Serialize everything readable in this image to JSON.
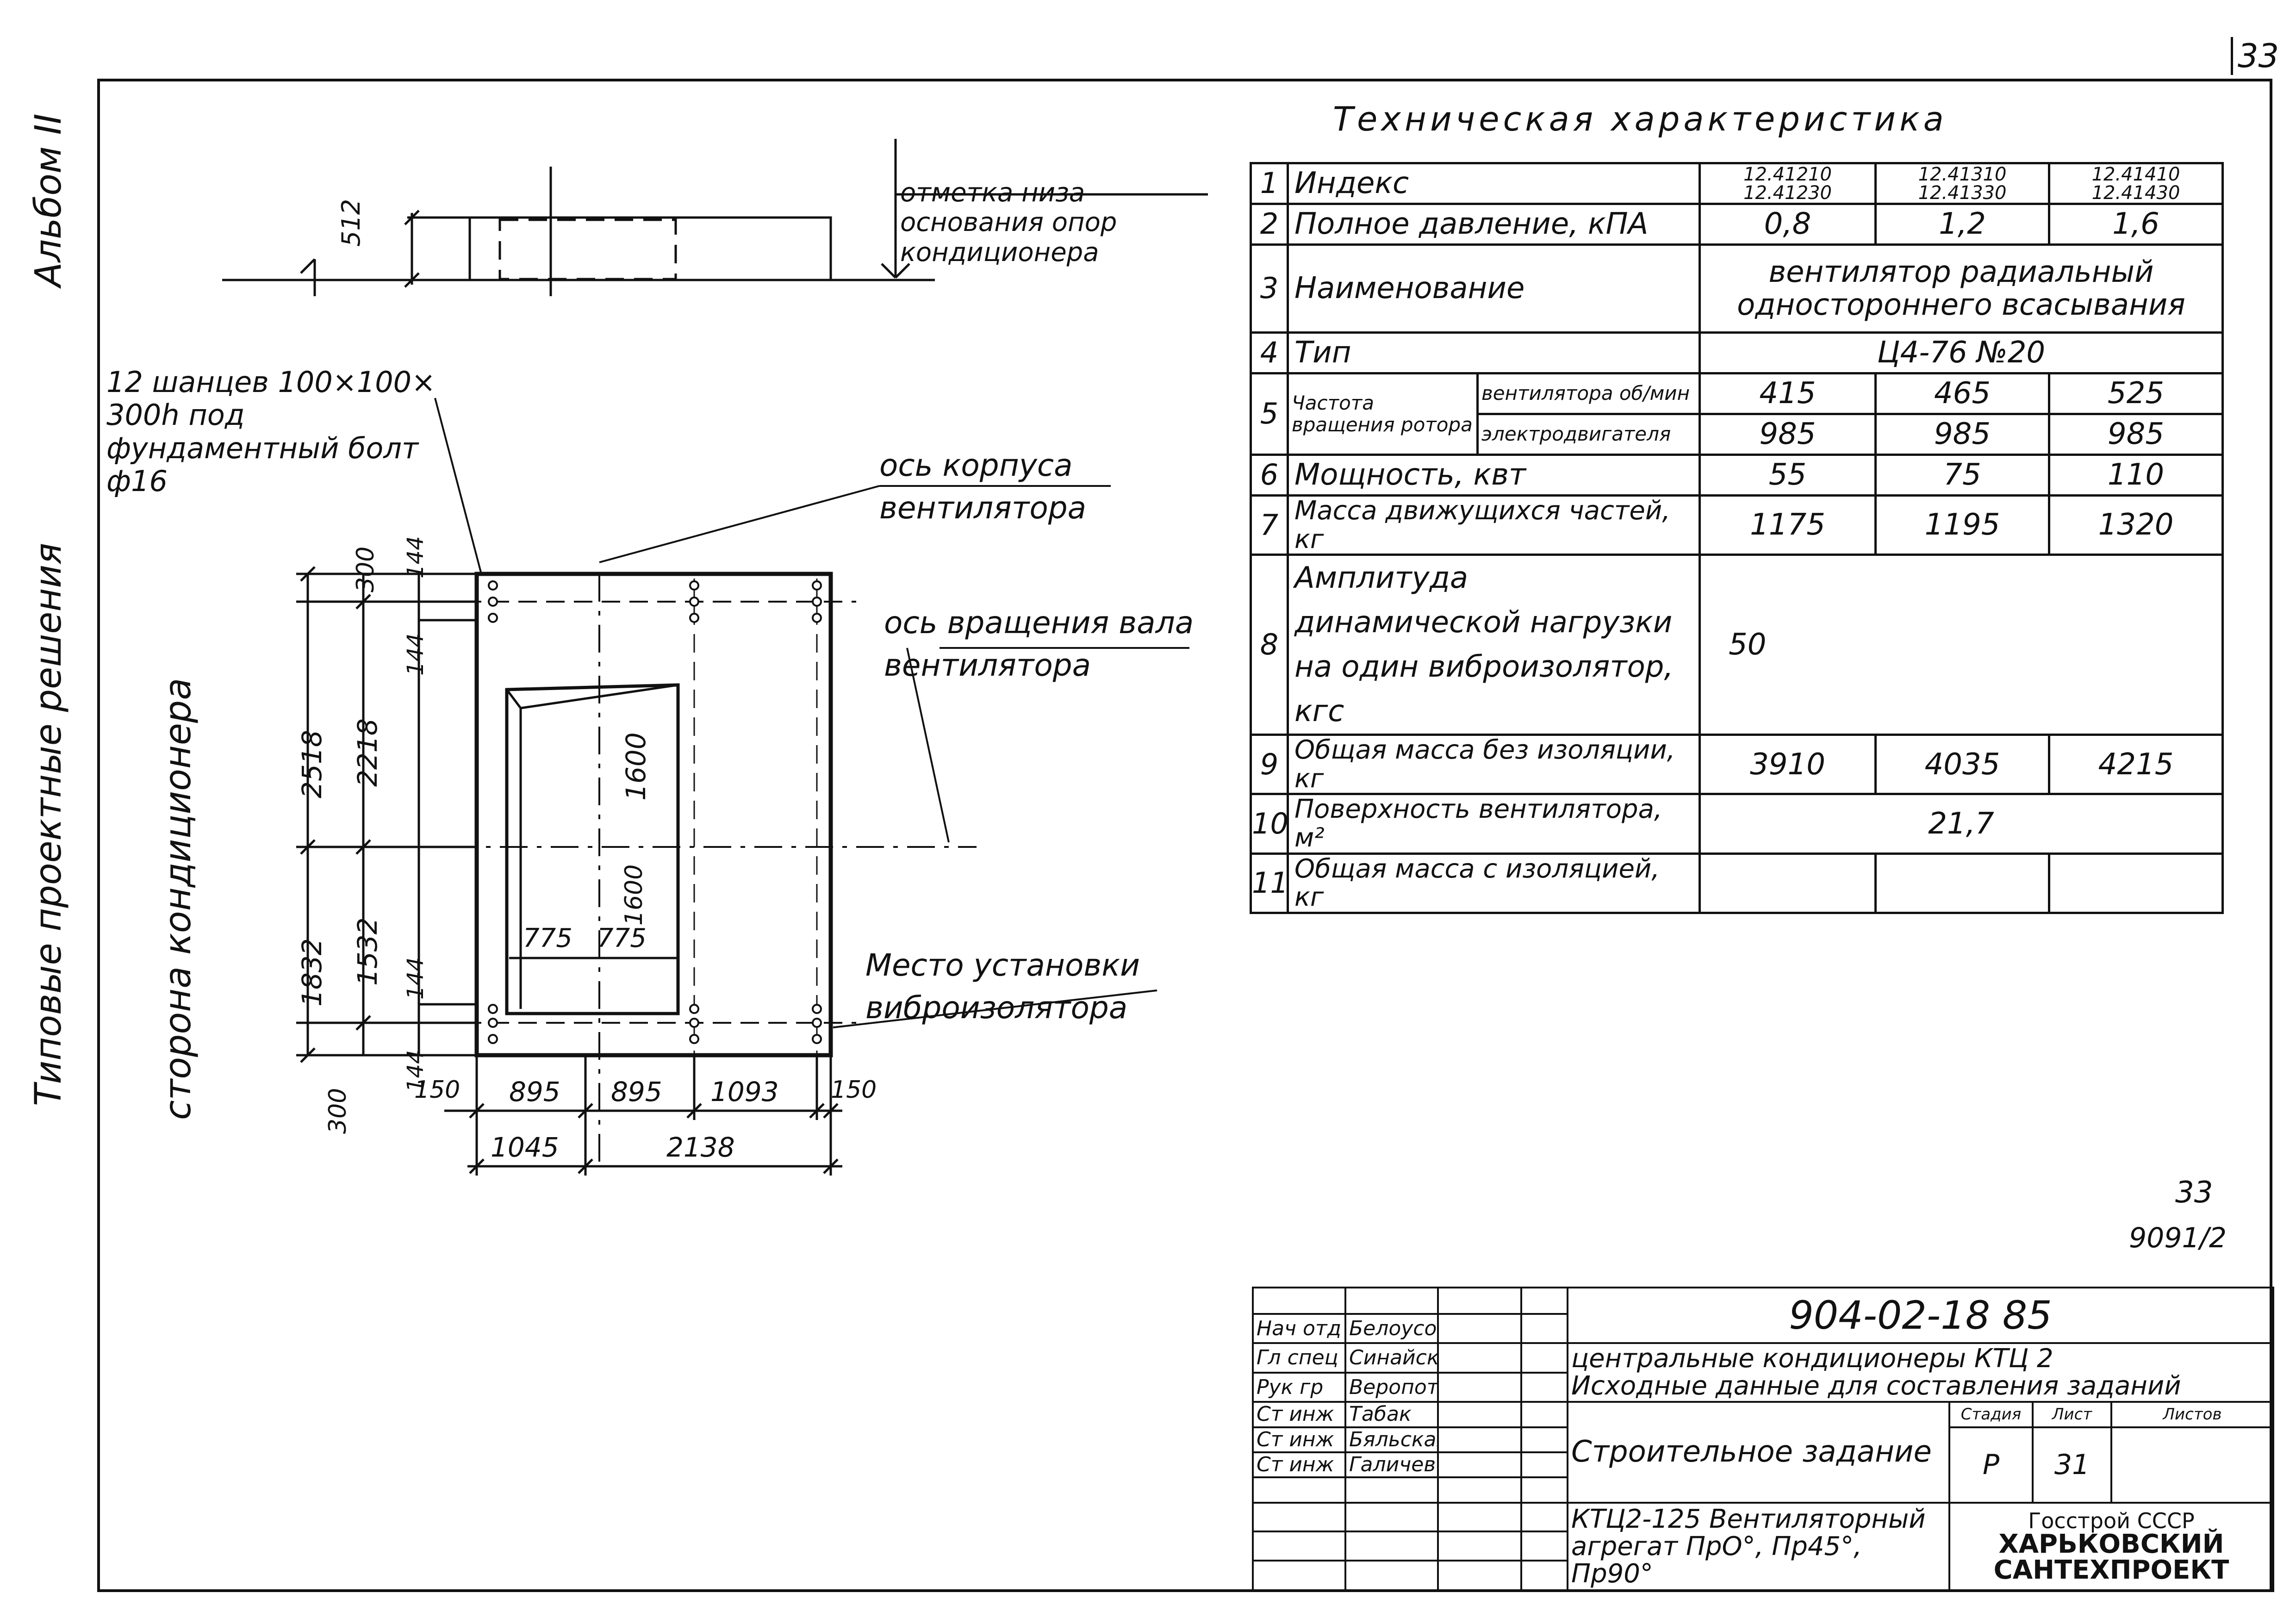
{
  "sheet_corner_number": "33",
  "album": "Альбом II",
  "series": "Типовые проектные решения",
  "side_label": "сторона кондиционера",
  "elevation_note": "отметка низа основания опор кондиционера",
  "elevation_dim": "512",
  "anchor_note": "12 шанцев 100×100× 300h под фундаментный болт ф16",
  "casing_axis": "ось корпуса вентилятора",
  "rotation_axis": "ось вращения вала вентилятора",
  "isolator_note": "Место установки виброизолятора",
  "dims": {
    "v300_top": "300",
    "v144_a": "144",
    "v144_b": "144",
    "v2518": "2518",
    "v2218": "2218",
    "v1600_a": "1600",
    "v1600_b": "1600",
    "v1832": "1832",
    "v1532": "1532",
    "v144_c": "144",
    "v144_d": "144",
    "v300_bot": "300",
    "h775_a": "775",
    "h775_b": "775",
    "h150_a": "150",
    "h895_a": "895",
    "h895_b": "895",
    "h1093": "1093",
    "h150_b": "150",
    "h1045": "1045",
    "h2138": "2138"
  },
  "tech_title": "Техническая характеристика",
  "tech": {
    "r1": {
      "n": "1",
      "label": "Индекс",
      "a": "12.41210 12.41230",
      "b": "12.41310 12.41330",
      "c": "12.41410 12.41430"
    },
    "r2": {
      "n": "2",
      "label": "Полное давление, кПА",
      "a": "0,8",
      "b": "1,2",
      "c": "1,6"
    },
    "r3": {
      "n": "3",
      "label": "Наименование",
      "v": "вентилятор радиальный одностороннего всасывания"
    },
    "r4": {
      "n": "4",
      "label": "Тип",
      "v": "Ц4-76 №20"
    },
    "r5": {
      "n": "5",
      "label": "Частота вращения ротора",
      "sub1": "вентилятора об/мин",
      "sub2": "электродвигателя",
      "a1": "415",
      "b1": "465",
      "c1": "525",
      "a2": "985",
      "b2": "985",
      "c2": "985"
    },
    "r6": {
      "n": "6",
      "label": "Мощность, квт",
      "a": "55",
      "b": "75",
      "c": "110"
    },
    "r7": {
      "n": "7",
      "label": "Масса движущихся частей, кг",
      "a": "1175",
      "b": "1195",
      "c": "1320"
    },
    "r8": {
      "n": "8",
      "label": "Амплитуда динамической нагрузки на один виброизолятор, кгс",
      "v": "50"
    },
    "r9": {
      "n": "9",
      "label": "Общая масса без изоляции, кг",
      "a": "3910",
      "b": "4035",
      "c": "4215"
    },
    "r10": {
      "n": "10",
      "label": "Поверхность вентилятора, м²",
      "v": "21,7"
    },
    "r11": {
      "n": "11",
      "label": "Общая масса с изоляцией, кг"
    }
  },
  "sheet_num": "33",
  "sheet_code": "9091/2",
  "stamp": {
    "roles": [
      "Нач отд",
      "Гл спец",
      "Рук гр",
      "Ст инж",
      "Ст инж",
      "Ст инж"
    ],
    "names": [
      "Белоусов",
      "Синайский",
      "Веропотвелян",
      "Табак",
      "Бяльская",
      "Галичев"
    ],
    "code": "904-02-18 85",
    "title1": "центральные кондиционеры КТЦ 2",
    "title2": "Исходные данные для составления заданий",
    "task": "Строительное задание",
    "stage_h": "Стадия",
    "sheet_h": "Лист",
    "sheets_h": "Листов",
    "stage": "Р",
    "sheet": "31",
    "desc": "КТЦ2-125 Вентиляторный агрегат ПрО°, Пр45°, Пр90°",
    "org1": "Госстрой СССР",
    "org2": "ХАРЬКОВСКИЙ САНТЕХПРОЕКТ"
  }
}
